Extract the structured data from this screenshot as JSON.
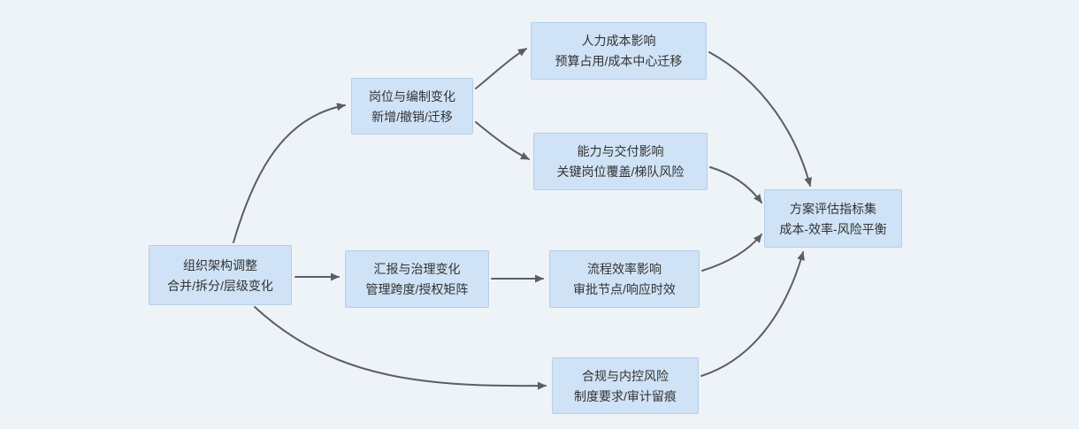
{
  "canvas": {
    "background": "#eef3f8",
    "node_fill": "#cfe2f6",
    "node_border": "#b5cfe9",
    "arrow_color": "#5a5f66",
    "text_color": "#333333"
  },
  "diagram": {
    "title": "",
    "nodes": [
      {
        "id": "org-restructure",
        "line1": "组织架构调整",
        "line2": "合并/拆分/层级变化"
      },
      {
        "id": "position-change",
        "line1": "岗位与编制变化",
        "line2": "新增/撤销/迁移"
      },
      {
        "id": "hr-cost",
        "line1": "人力成本影响",
        "line2": "预算占用/成本中心迁移"
      },
      {
        "id": "capability-delivery",
        "line1": "能力与交付影响",
        "line2": "关键岗位覆盖/梯队风险"
      },
      {
        "id": "reporting-governance",
        "line1": "汇报与治理变化",
        "line2": "管理跨度/授权矩阵"
      },
      {
        "id": "process-efficiency",
        "line1": "流程效率影响",
        "line2": "审批节点/响应时效"
      },
      {
        "id": "compliance-risk",
        "line1": "合规与内控风险",
        "line2": "制度要求/审计留痕"
      },
      {
        "id": "evaluation-metrics",
        "line1": "方案评估指标集",
        "line2": "成本-效率-风险平衡"
      }
    ],
    "edges": [
      {
        "from": "org-restructure",
        "to": "position-change"
      },
      {
        "from": "org-restructure",
        "to": "reporting-governance"
      },
      {
        "from": "org-restructure",
        "to": "compliance-risk"
      },
      {
        "from": "position-change",
        "to": "hr-cost"
      },
      {
        "from": "position-change",
        "to": "capability-delivery"
      },
      {
        "from": "reporting-governance",
        "to": "process-efficiency"
      },
      {
        "from": "hr-cost",
        "to": "evaluation-metrics"
      },
      {
        "from": "capability-delivery",
        "to": "evaluation-metrics"
      },
      {
        "from": "process-efficiency",
        "to": "evaluation-metrics"
      },
      {
        "from": "compliance-risk",
        "to": "evaluation-metrics"
      }
    ]
  }
}
